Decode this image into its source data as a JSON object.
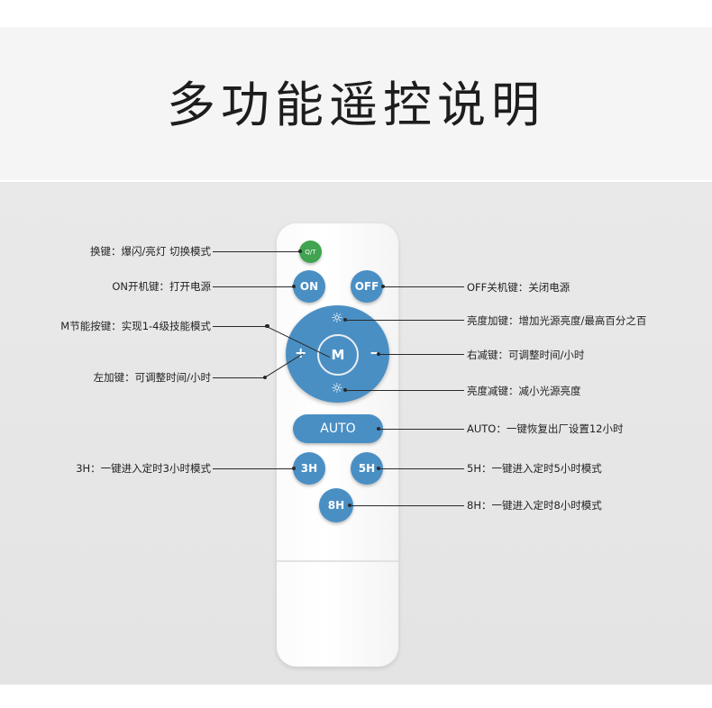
{
  "title": "多功能遥控说明",
  "buttons": {
    "qt": "Q/T",
    "on": "ON",
    "off": "OFF",
    "m": "M",
    "plus": "+",
    "minus": "−",
    "auto": "AUTO",
    "h3": "3H",
    "h5": "5H",
    "h8": "8H"
  },
  "labels_left": {
    "qt": "换键：爆闪/亮灯 切换模式",
    "on": "ON开机键：打开电源",
    "m": "M节能按键：实现1-4级技能模式",
    "plus": "左加键：可调整时间/小时",
    "h3": "3H：一键进入定时3小时模式"
  },
  "labels_right": {
    "off": "OFF关机键：关闭电源",
    "bright_up": "亮度加键：增加光源亮度/最高百分之百",
    "minus": "右减键：可调整时间/小时",
    "bright_down": "亮度减键：减小光源亮度",
    "auto": "AUTO：一键恢复出厂设置12小时",
    "h5": "5H：一键进入定时5小时模式",
    "h8": "8H：一键进入定时8小时模式"
  },
  "icons": {
    "sun_up": "brightness-up-icon",
    "sun_down": "brightness-down-icon"
  },
  "colors": {
    "button_blue": "#4a8fc4",
    "qt_green": "#3fa34f"
  }
}
